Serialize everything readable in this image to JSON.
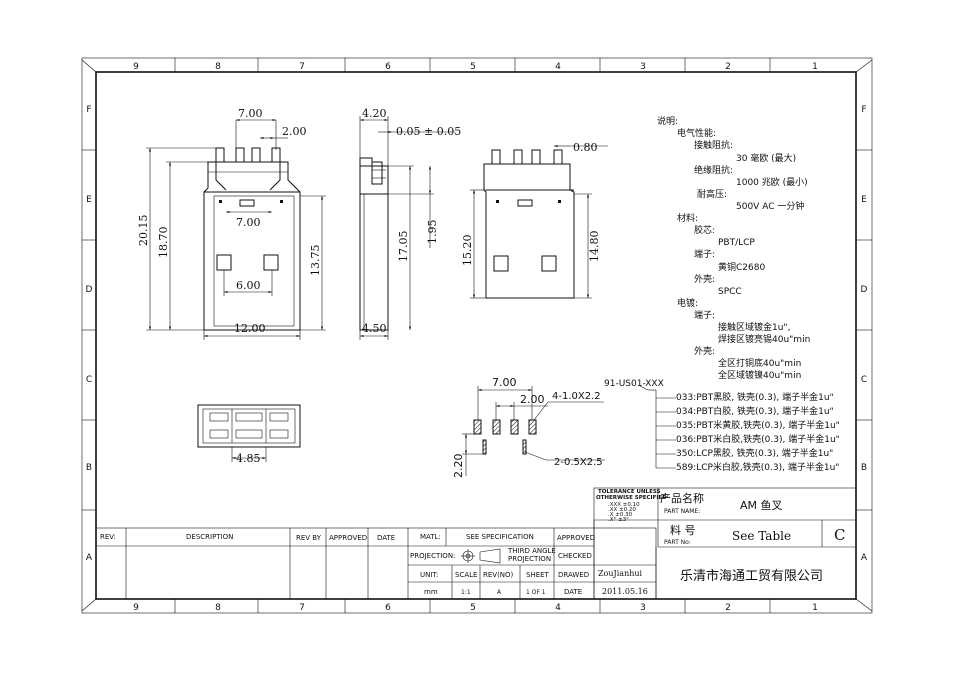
{
  "border": {
    "columns": [
      "9",
      "8",
      "7",
      "6",
      "5",
      "4",
      "3",
      "2",
      "1"
    ],
    "rows": [
      "F",
      "E",
      "D",
      "C",
      "B",
      "A"
    ]
  },
  "dimensions": {
    "front_width_top": "7.00",
    "front_pin_pitch": "2.00",
    "front_total_height": "20.15",
    "front_body_height": "18.70",
    "front_window_width": "7.00",
    "front_lower_height": "13.75",
    "front_window_pitch": "6.00",
    "front_body_width": "12.00",
    "side_pin_width": "4.20",
    "side_offset": "0.05 ± 0.05",
    "side_body_height": "17.05",
    "side_small_height": "1.95",
    "side_width": "4.50",
    "back_pin_width": "0.80",
    "back_height": "15.20",
    "back_body_height": "14.80",
    "bottom_width": "4.85",
    "pcb_pitch_total": "7.00",
    "pcb_pitch": "2.00",
    "pcb_hole_a": "4-1.0X2.2",
    "pcb_hole_b": "2-0.5X2.5",
    "pcb_height": "2.20"
  },
  "notes": {
    "heading": "说明:",
    "electrical": "电气性能:",
    "contact_resistance": "接触阻抗:",
    "contact_resistance_value": "30 毫欧 (最大)",
    "insulation_resistance": "绝缘阻抗:",
    "insulation_resistance_value": "1000 兆欧 (最小)",
    "withstand_voltage": "耐高压:",
    "withstand_voltage_value": "500V AC 一分钟",
    "material": "材料:",
    "core": "胶芯:",
    "core_value": "PBT/LCP",
    "terminal": "端子:",
    "terminal_value": "黄铜C2680",
    "shell": "外壳:",
    "shell_value": "SPCC",
    "plating": "电镀:",
    "plating_terminal": "端子:",
    "plating_terminal_1": "接触区域镀金1u\",",
    "plating_terminal_2": "焊接区镀亮锡40u\"min",
    "plating_shell": "外壳:",
    "plating_shell_1": "全区打铜底40u\"min",
    "plating_shell_2": "全区域镀镍40u\"min"
  },
  "part_number": {
    "base": "91-US01-XXX",
    "variants": [
      "033:PBT黑胶, 铁壳(0.3), 端子半金1u\"",
      "034:PBT白胶, 铁壳(0.3), 端子半金1u\"",
      "035:PBT米黄胶,铁壳(0.3), 端子半金1u\"",
      "036:PBT米白胶,铁壳(0.3), 端子半金1u\"",
      "350:LCP黑胶, 铁壳(0.3), 端子半金1u\"",
      "589:LCP米白胶,铁壳(0.3), 端子半金1u\""
    ]
  },
  "tolerance": {
    "line1": "TOLERANCE UNLESS",
    "line2": "OTHERWISE SPECIFIED",
    "rows": [
      ".XXX  ±0.10",
      ".XX  ±0.20",
      ".X  ±0.30",
      ".X°  ±3°"
    ]
  },
  "title_block": {
    "product_name_cn": "产品名称",
    "product_name_en": "PART NAME:",
    "product_name_value": "AM 鱼叉",
    "part_no_cn": "料 号",
    "part_no_en": "PART No:",
    "part_no_value": "See Table",
    "revision_letter": "C",
    "company": "乐清市海通工贸有限公司",
    "rev_label": "REV:",
    "description_label": "DESCRIPTION",
    "rev_by_label": "REV BY",
    "approved_label": "APPROVED",
    "date_label": "DATE",
    "matl_label": "MATL:",
    "matl_value": "SEE SPECIFICATION",
    "approved_label2": "APPROVED",
    "projection_label": "PROJECTION:",
    "projection_value_1": "THIRD ANGLE",
    "projection_value_2": "PROJECTION",
    "checked_label": "CHECKED",
    "unit_label": "UNIT:",
    "scale_label": "SCALE",
    "revno_label": "REV(NO)",
    "sheet_label": "SHEET",
    "drawed_label": "DRAWED",
    "drawed_value": "ZouJianhui",
    "unit_value": "mm",
    "scale_value": "1:1",
    "revno_value": "A",
    "sheet_value": "1 OF 1",
    "date_label2": "DATE",
    "date_value": "2011.05.16"
  }
}
